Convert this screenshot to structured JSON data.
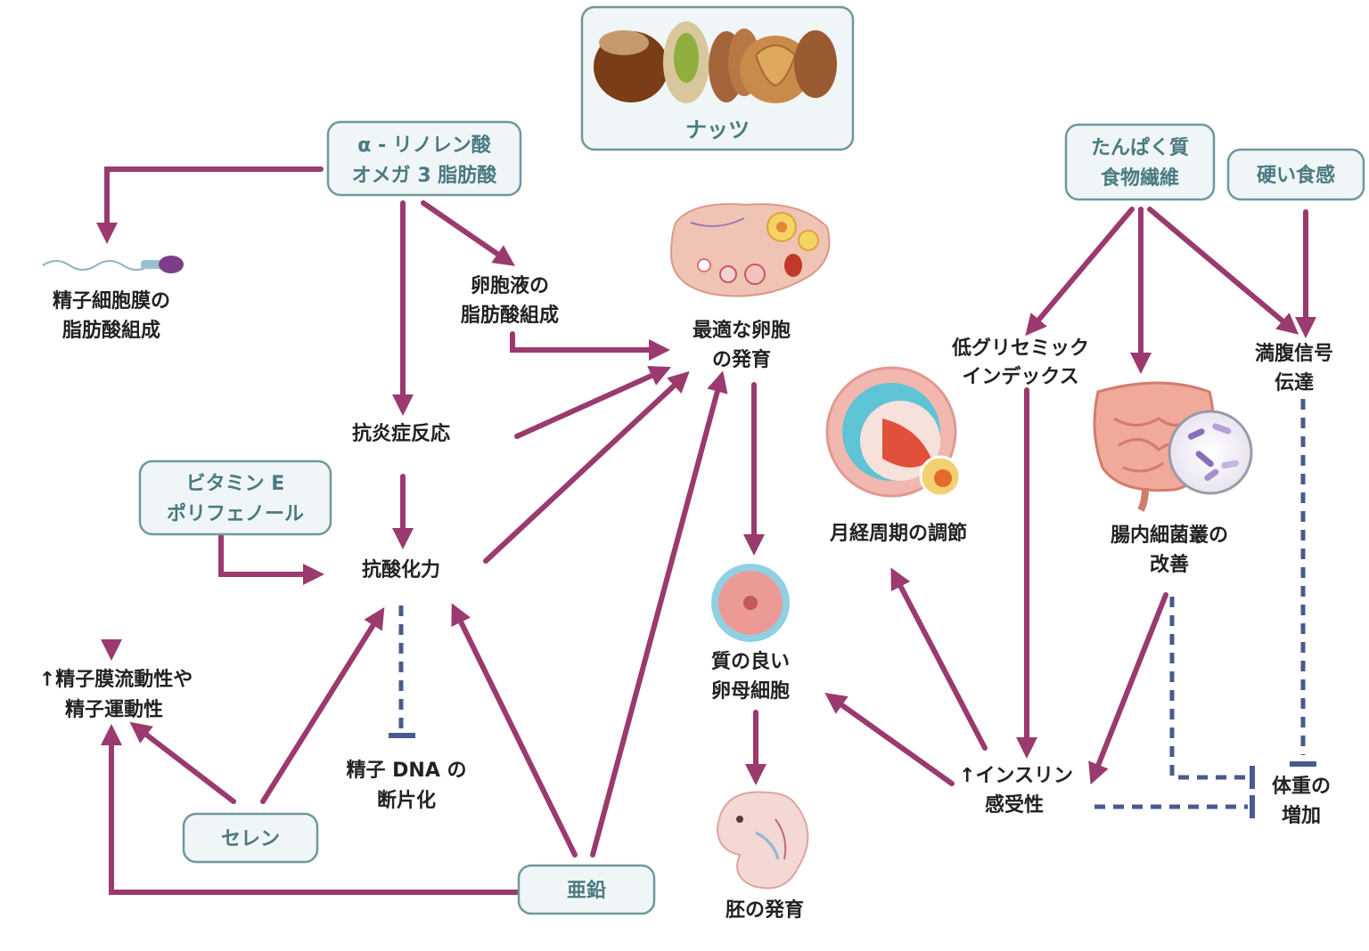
{
  "sources": {
    "nuts": "ナッツ",
    "ala_line1": "α - リノレン酸",
    "ala_line2": "オメガ 3 脂肪酸",
    "vitE_line1": "ビタミン E",
    "vitE_line2": "ポリフェノール",
    "selenium": "セレン",
    "zinc": "亜鉛",
    "protein_line1": "たんぱく質",
    "protein_line2": "食物繊維",
    "hard_texture": "硬い食感"
  },
  "nodes": {
    "sperm_membrane_line1": "精子細胞膜の",
    "sperm_membrane_line2": "脂肪酸組成",
    "follicular_fluid_line1": "卵胞液の",
    "follicular_fluid_line2": "脂肪酸組成",
    "optimal_follicle_line1": "最適な卵胞",
    "optimal_follicle_line2": "の発育",
    "anti_inflammatory": "抗炎症反応",
    "antioxidant": "抗酸化力",
    "sperm_motility_line1": "↑精子膜流動性や",
    "sperm_motility_line2": "精子運動性",
    "dna_frag_line1": "精子 DNA の",
    "dna_frag_line2": "断片化",
    "oocyte_line1": "質の良い",
    "oocyte_line2": "卵母細胞",
    "embryo": "胚の発育",
    "menstrual": "月経周期の調節",
    "low_gi_line1": "低グリセミック",
    "low_gi_line2": "インデックス",
    "gut_line1": "腸内細菌叢の",
    "gut_line2": "改善",
    "satiety_line1": "満腹信号",
    "satiety_line2": "伝達",
    "insulin_line1": "↑インスリン",
    "insulin_line2": "感受性",
    "weight_line1": "体重の",
    "weight_line2": "増加"
  },
  "colors": {
    "arrow": "#9a3a6e",
    "inhibition": "#4a5a8e",
    "box_border": "#6f989e",
    "box_fill": "#f0f6f7",
    "box_text": "#4a7a80",
    "node_text": "#222222"
  },
  "icons": [
    "nuts-icon",
    "sperm-icon",
    "ovary-icon",
    "follicle-icon",
    "oocyte-icon",
    "embryo-icon",
    "intestine-icon",
    "bacteria-icon"
  ]
}
